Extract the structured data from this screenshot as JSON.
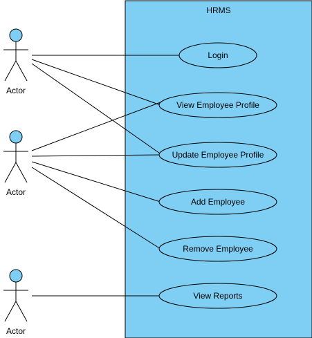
{
  "system": {
    "title": "HRMS"
  },
  "actors": [
    {
      "label": "Actor"
    },
    {
      "label": "Actor"
    },
    {
      "label": "Actor"
    }
  ],
  "use_cases": [
    {
      "label": "Login"
    },
    {
      "label": "View Employee Profile"
    },
    {
      "label": "Update Employee Profile"
    },
    {
      "label": "Add Employee"
    },
    {
      "label": "Remove Employee"
    },
    {
      "label": "View Reports"
    }
  ],
  "colors": {
    "system_fill": "#7fcff5",
    "actor_fill": "#7fcff5",
    "stroke": "#000000"
  }
}
